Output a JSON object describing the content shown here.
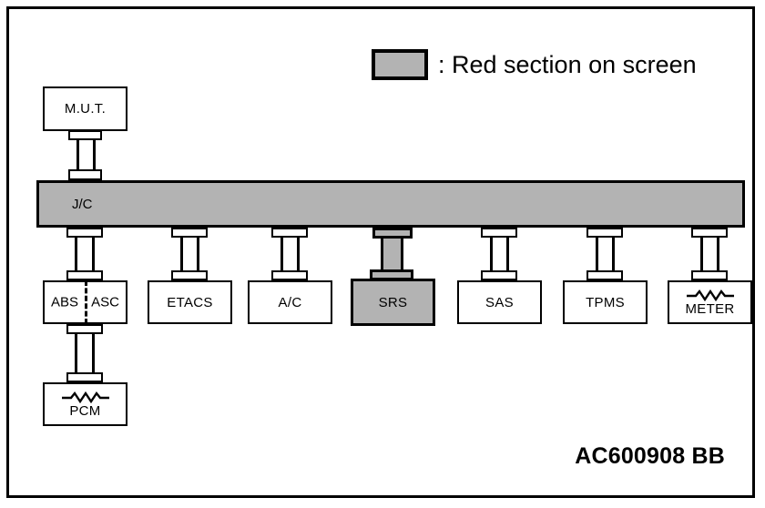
{
  "legend": {
    "swatch_color": "#b3b3b3",
    "text": ": Red section on screen"
  },
  "diagram": {
    "type": "network-topology",
    "bus": {
      "name": "jc-bus",
      "label": "J/C",
      "highlighted": true,
      "fill": "#b3b3b3"
    },
    "top_nodes": [
      {
        "id": "mut",
        "label": "M.U.T.",
        "highlighted": false,
        "terminator": false
      }
    ],
    "bottom_nodes": [
      {
        "id": "abs-asc",
        "label": "ABS/ASC",
        "label_left": "ABS",
        "label_right": "ASC",
        "split": true,
        "highlighted": false,
        "terminator": false
      },
      {
        "id": "etacs",
        "label": "ETACS",
        "highlighted": false,
        "terminator": false
      },
      {
        "id": "ac",
        "label": "A/C",
        "highlighted": false,
        "terminator": false
      },
      {
        "id": "srs",
        "label": "SRS",
        "highlighted": true,
        "terminator": false
      },
      {
        "id": "sas",
        "label": "SAS",
        "highlighted": false,
        "terminator": false
      },
      {
        "id": "tpms",
        "label": "TPMS",
        "highlighted": false,
        "terminator": false
      },
      {
        "id": "meter",
        "label": "METER",
        "highlighted": false,
        "terminator": true
      }
    ],
    "sub_nodes": [
      {
        "id": "pcm",
        "label": "PCM",
        "parent": "abs-asc",
        "highlighted": false,
        "terminator": true
      }
    ]
  },
  "footer": {
    "code": "AC600908 BB"
  }
}
